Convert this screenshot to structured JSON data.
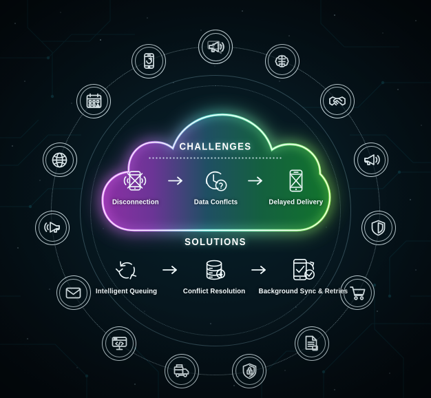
{
  "background": {
    "base_color": "#04090e",
    "glow_color": "#07202a",
    "pattern": "circuit-board-traces-with-stars"
  },
  "cloud": {
    "gradient_from": "#c24fd4",
    "gradient_mid": "#2f9f9f",
    "gradient_to": "#7ed957",
    "rim_glow": "#ffffff"
  },
  "challenges": {
    "title": "CHALLENGES",
    "steps": [
      {
        "label": "Disconnection",
        "icon": "phone-disconnected-icon"
      },
      {
        "label": "Data Conflcts",
        "icon": "clock-question-icon"
      },
      {
        "label": "Delayed Delivery",
        "icon": "phone-delayed-icon"
      }
    ],
    "arrow_icon": "arrow-right-icon"
  },
  "solutions": {
    "title": "SOLUTIONS",
    "steps": [
      {
        "label": "Intelligent Queuing",
        "icon": "refresh-cycle-icon"
      },
      {
        "label": "Conflict Resolution",
        "icon": "database-sync-icon"
      },
      {
        "label": "Background Sync & Retries",
        "icon": "phone-check-retry-icon"
      }
    ],
    "arrow_icon": "arrow-right-icon"
  },
  "orbit_icons": [
    {
      "name": "chat-bubbles-icon",
      "angle": -90
    },
    {
      "name": "brain-icon",
      "angle": -66
    },
    {
      "name": "handshake-icon",
      "angle": -42
    },
    {
      "name": "megaphone-right-icon",
      "angle": -18
    },
    {
      "name": "shield-icon",
      "angle": 6
    },
    {
      "name": "shopping-cart-icon",
      "angle": 30
    },
    {
      "name": "document-icon",
      "angle": 54
    },
    {
      "name": "shield-lock-icon",
      "angle": 78
    },
    {
      "name": "delivery-truck-icon",
      "angle": 102
    },
    {
      "name": "browser-code-icon",
      "angle": 126
    },
    {
      "name": "envelope-icon",
      "angle": 150
    },
    {
      "name": "megaphone-left-icon",
      "angle": 174
    },
    {
      "name": "globe-icon",
      "angle": 198
    },
    {
      "name": "calendar-icon",
      "angle": 222
    },
    {
      "name": "mobile-phone-icon",
      "angle": 246
    },
    {
      "name": "megaphone-up-icon",
      "angle": 270
    }
  ]
}
